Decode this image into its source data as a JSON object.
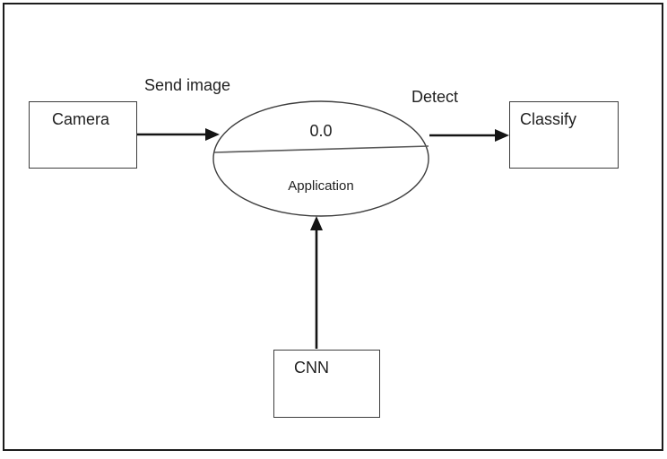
{
  "nodes": {
    "camera": {
      "label": "Camera"
    },
    "application": {
      "number": "0.0",
      "label": "Application"
    },
    "classify": {
      "label": "Classify"
    },
    "cnn": {
      "label": "CNN"
    }
  },
  "edges": {
    "camera_to_application": {
      "label": "Send image"
    },
    "application_to_classify": {
      "label": "Detect"
    },
    "cnn_to_application": {
      "label": ""
    }
  },
  "colors": {
    "background": "#ffffff",
    "frame": "#1c1c1c",
    "shape-stroke": "#3d3d3d",
    "divider": "#595959",
    "arrow": "#141414",
    "text": "#1f1f1f"
  }
}
